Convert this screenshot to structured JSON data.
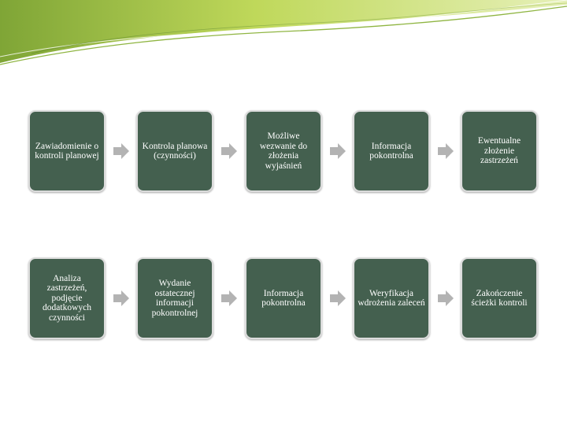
{
  "rows": [
    {
      "steps": [
        "Zawiadomienie o kontroli planowej",
        "Kontrola planowa (czynności)",
        "Możliwe wezwanie do złożenia wyjaśnień",
        "Informacja pokontrolna",
        "Ewentualne złożenie zastrzeżeń"
      ]
    },
    {
      "steps": [
        "Analiza zastrzeżeń, podjęcie dodatkowych czynności",
        "Wydanie ostatecznej informacji pokontrolnej",
        "Informacja pokontrolna",
        "Weryfikacja wdrożenia zaleceń",
        "Zakończenie ścieżki kontroli"
      ]
    }
  ],
  "colors": {
    "box_fill": "#44604f",
    "box_border": "#dcdcdc",
    "arrow": "#b3b3b3",
    "banner_green": "#b8d24a"
  }
}
